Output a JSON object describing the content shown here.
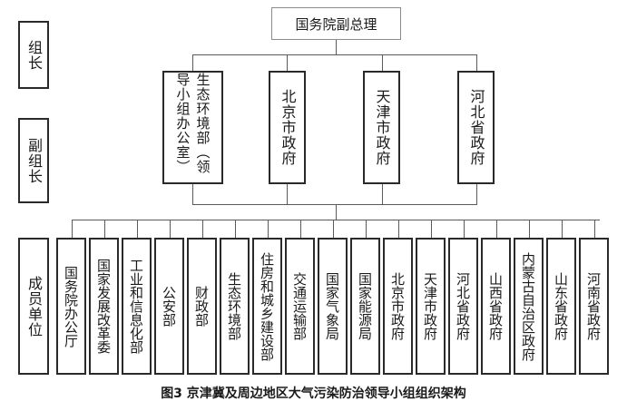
{
  "top": "国务院副总理",
  "roles": [
    "组长",
    "副组长",
    "成员单位"
  ],
  "leaders": [
    "生态环境部（领导小组办公室）",
    "北京市政府",
    "天津市政府",
    "河北省政府"
  ],
  "members": [
    "国务院办公厅",
    "国家发展改革委",
    "工业和信息化部",
    "公安部",
    "财政部",
    "生态环境部",
    "住房和城乡建设部",
    "交通运输部",
    "国家气象局",
    "国家能源局",
    "北京市政府",
    "天津市政府",
    "河北省政府",
    "山西省政府",
    "内蒙古自治区政府",
    "山东省政府",
    "河南省政府"
  ],
  "caption": "图3 京津冀及周边地区大气污染防治领导小组组织架构"
}
